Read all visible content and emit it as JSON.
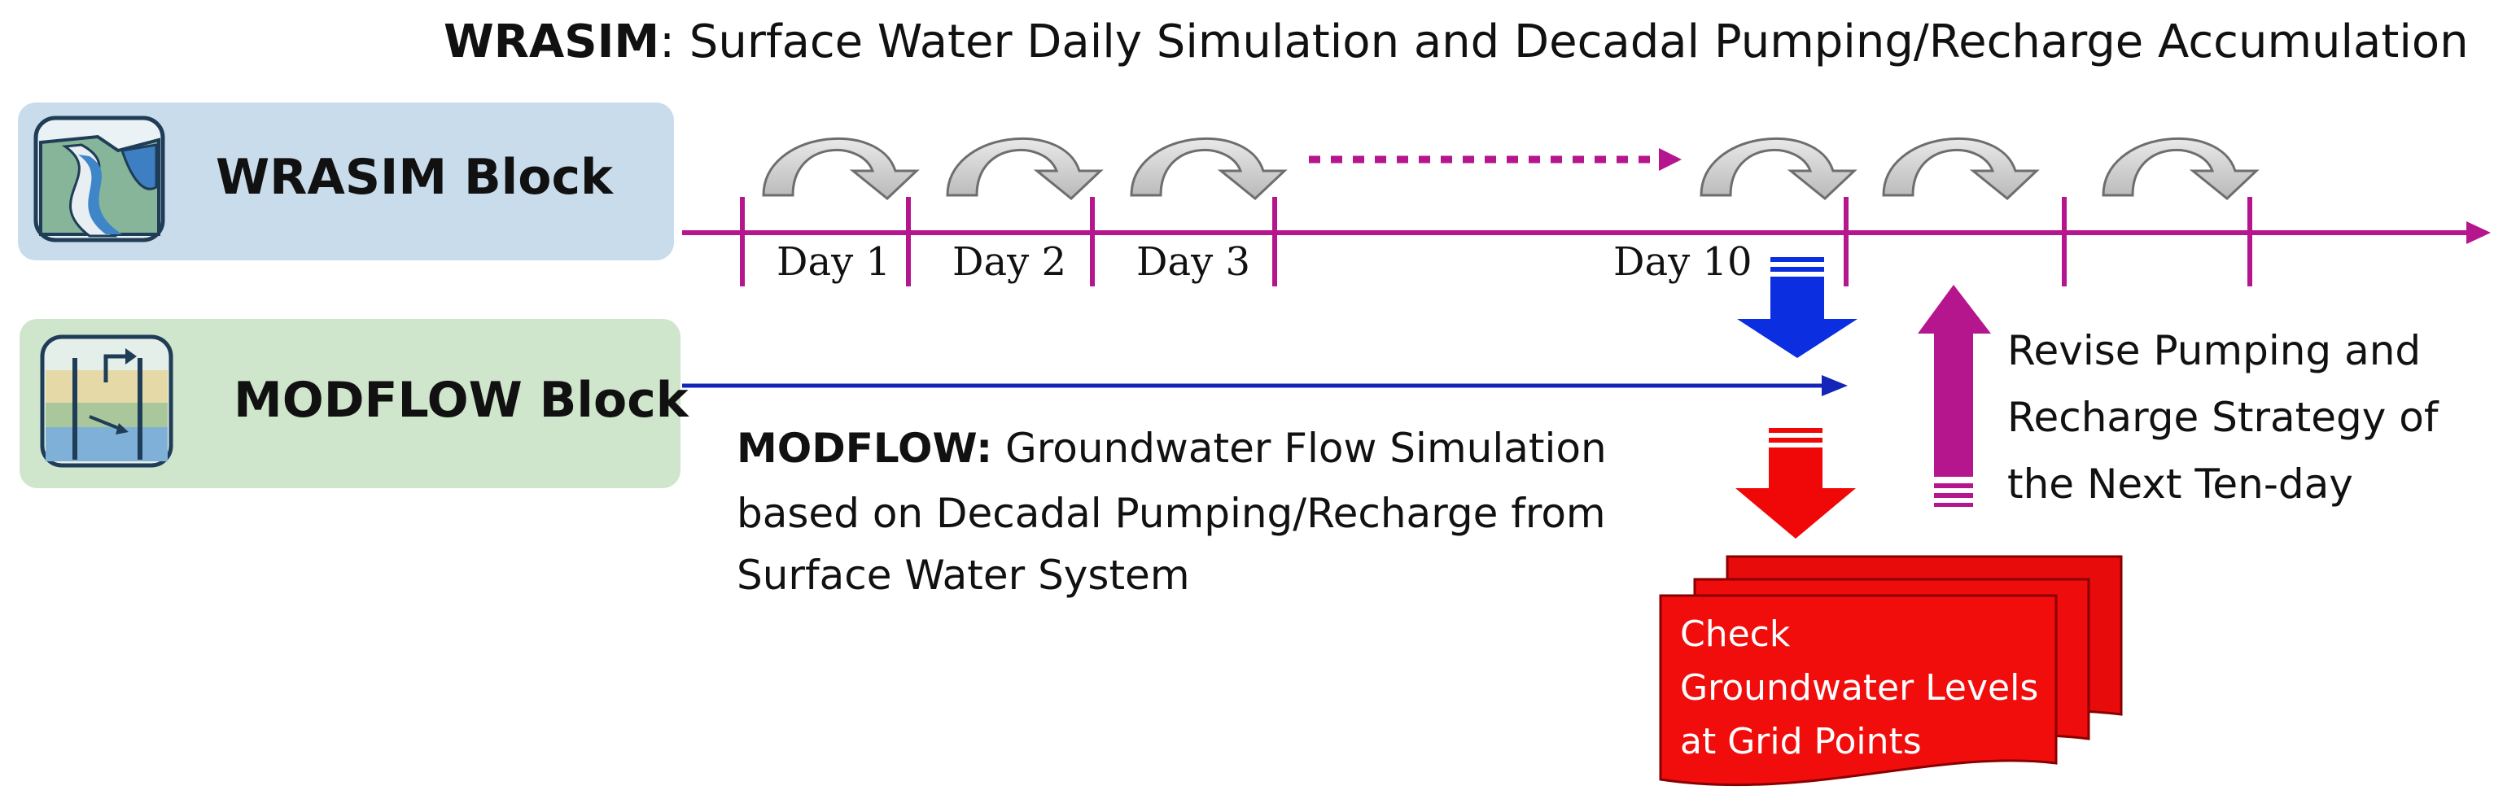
{
  "title": {
    "bold": "WRASIM",
    "rest": ": Surface Water Daily Simulation and Decadal Pumping/Recharge Accumulation"
  },
  "blocks": {
    "wrasim": {
      "label": "WRASIM Block",
      "icon": "river-landscape-icon"
    },
    "modflow": {
      "label": "MODFLOW Block",
      "icon": "aquifer-well-icon"
    }
  },
  "days": [
    "Day 1",
    "Day 2",
    "Day 3",
    "Day 10"
  ],
  "modflow_note": {
    "bold": "MODFLOW:",
    "line1": " Groundwater Flow Simulation",
    "line2": "based on Decadal Pumping/Recharge from",
    "line3": "Surface Water System"
  },
  "revise_note": {
    "line1": "Revise Pumping and",
    "line2": "Recharge Strategy of",
    "line3": "the Next Ten-day"
  },
  "check_card": {
    "line1": "Check",
    "line2": "Groundwater Levels",
    "line3": "at Grid Points"
  },
  "colors": {
    "timeline": "#b5168e",
    "modflow_line": "#1426b8",
    "down_blue": "#0a2ee0",
    "down_red": "#f00808",
    "card_red": "#f20d0d",
    "wrasim_bg": "#c9dcec",
    "modflow_bg": "#cfe5cc"
  }
}
